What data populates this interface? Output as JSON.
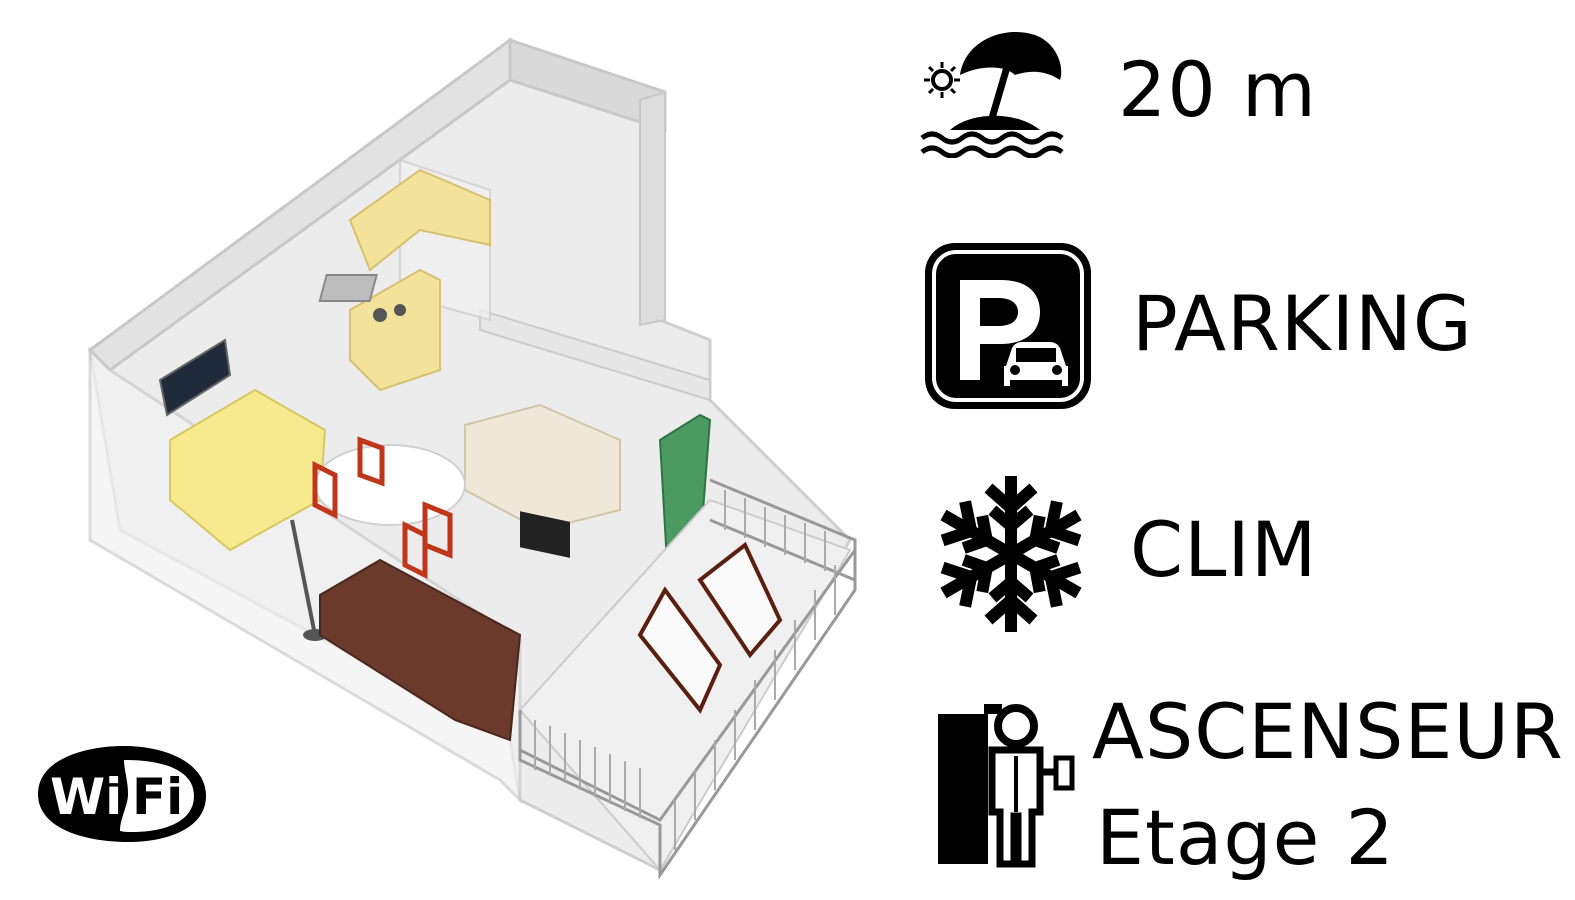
{
  "amenities": {
    "beach": {
      "label": "20 m",
      "icon": "beach-umbrella-icon"
    },
    "parking": {
      "label": "PARKING",
      "icon": "parking-car-icon"
    },
    "clim": {
      "label": "CLIM",
      "icon": "snowflake-icon"
    },
    "elevator": {
      "label": "ASCENSEUR",
      "floor": "Etage 2",
      "icon": "elevator-person-icon"
    }
  },
  "wifi": {
    "logo_text": "WiFi",
    "icon": "wifi-logo"
  },
  "colors": {
    "text": "#000000",
    "wall": "#dcdcdc",
    "floor": "#ececec",
    "cabinet": "#f2e5a6",
    "sofa": "#6b3a2c",
    "chair": "#c0361b",
    "curtain": "#4a9a62"
  }
}
